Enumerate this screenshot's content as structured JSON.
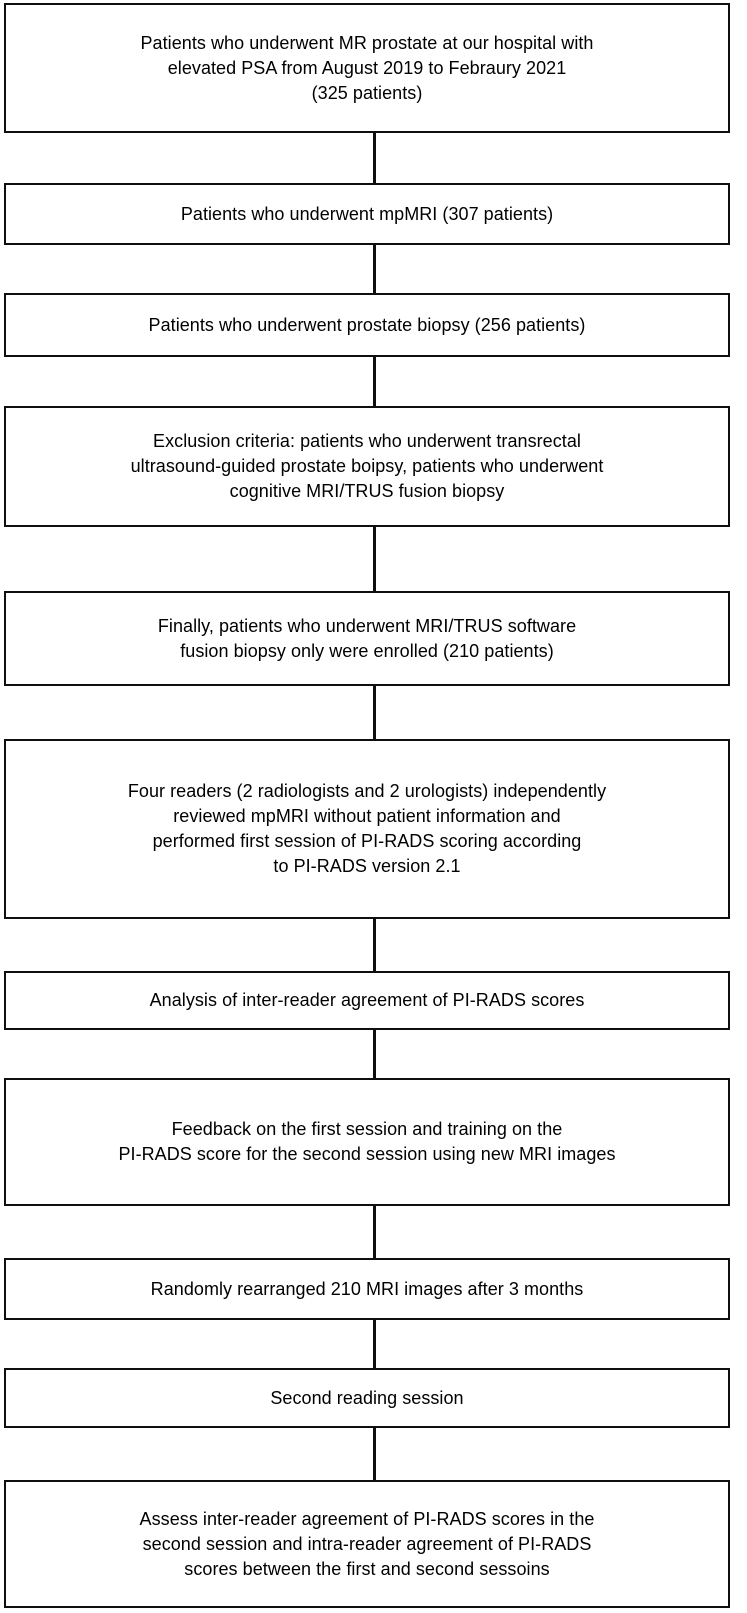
{
  "chart_data": {
    "type": "diagram",
    "diagram_kind": "flowchart",
    "orientation": "vertical-single-column",
    "title": "",
    "nodes": [
      {
        "id": "n1",
        "text": "Patients who underwent MR prostate at our hospital with\nelevated PSA from August 2019 to Febraury 2021\n(325 patients)",
        "lines": 3,
        "count": 325,
        "count_label": "325 patients"
      },
      {
        "id": "n2",
        "text": "Patients who underwent mpMRI (307 patients)",
        "lines": 1,
        "count": 307,
        "count_label": "307 patients"
      },
      {
        "id": "n3",
        "text": "Patients who underwent prostate biopsy (256 patients)",
        "lines": 1,
        "count": 256,
        "count_label": "256 patients"
      },
      {
        "id": "n4",
        "text": "Exclusion criteria: patients who underwent transrectal\nultrasound-guided prostate boipsy, patients who underwent\ncognitive MRI/TRUS fusion biopsy",
        "lines": 3,
        "count": null,
        "count_label": ""
      },
      {
        "id": "n5",
        "text": "Finally, patients who underwent MRI/TRUS software\nfusion biopsy only were enrolled (210 patients)",
        "lines": 2,
        "count": 210,
        "count_label": "210 patients"
      },
      {
        "id": "n6",
        "text": "Four readers (2 radiologists and 2 urologists) independently\nreviewed mpMRI without patient information and\nperformed first session of PI-RADS scoring according\nto PI-RADS version 2.1",
        "lines": 4,
        "count": 4,
        "count_label": "Four readers"
      },
      {
        "id": "n7",
        "text": "Analysis of inter-reader agreement of PI-RADS scores",
        "lines": 1,
        "count": null,
        "count_label": ""
      },
      {
        "id": "n8",
        "text": "Feedback on the first session and training on the\nPI-RADS score for the second session using new MRI images",
        "lines": 2,
        "count": null,
        "count_label": ""
      },
      {
        "id": "n9",
        "text": "Randomly rearranged 210 MRI images after 3 months",
        "lines": 1,
        "count": 210,
        "count_label": "210 MRI images"
      },
      {
        "id": "n10",
        "text": "Second reading session",
        "lines": 1,
        "count": null,
        "count_label": ""
      },
      {
        "id": "n11",
        "text": "Assess inter-reader agreement of PI-RADS scores in the\nsecond session and intra-reader agreement of PI-RADS\nscores between the first and second sessoins",
        "lines": 3,
        "count": null,
        "count_label": ""
      }
    ],
    "edges": [
      {
        "from": "n1",
        "to": "n2"
      },
      {
        "from": "n2",
        "to": "n3"
      },
      {
        "from": "n3",
        "to": "n4"
      },
      {
        "from": "n4",
        "to": "n5"
      },
      {
        "from": "n5",
        "to": "n6"
      },
      {
        "from": "n6",
        "to": "n7"
      },
      {
        "from": "n7",
        "to": "n8"
      },
      {
        "from": "n8",
        "to": "n9"
      },
      {
        "from": "n9",
        "to": "n10"
      },
      {
        "from": "n10",
        "to": "n11"
      }
    ],
    "colors": {
      "box_border": "#0f0f0f",
      "box_fill": "#ffffff",
      "text": "#000000",
      "connector": "#0f0f0f",
      "background": "#ffffff"
    }
  }
}
